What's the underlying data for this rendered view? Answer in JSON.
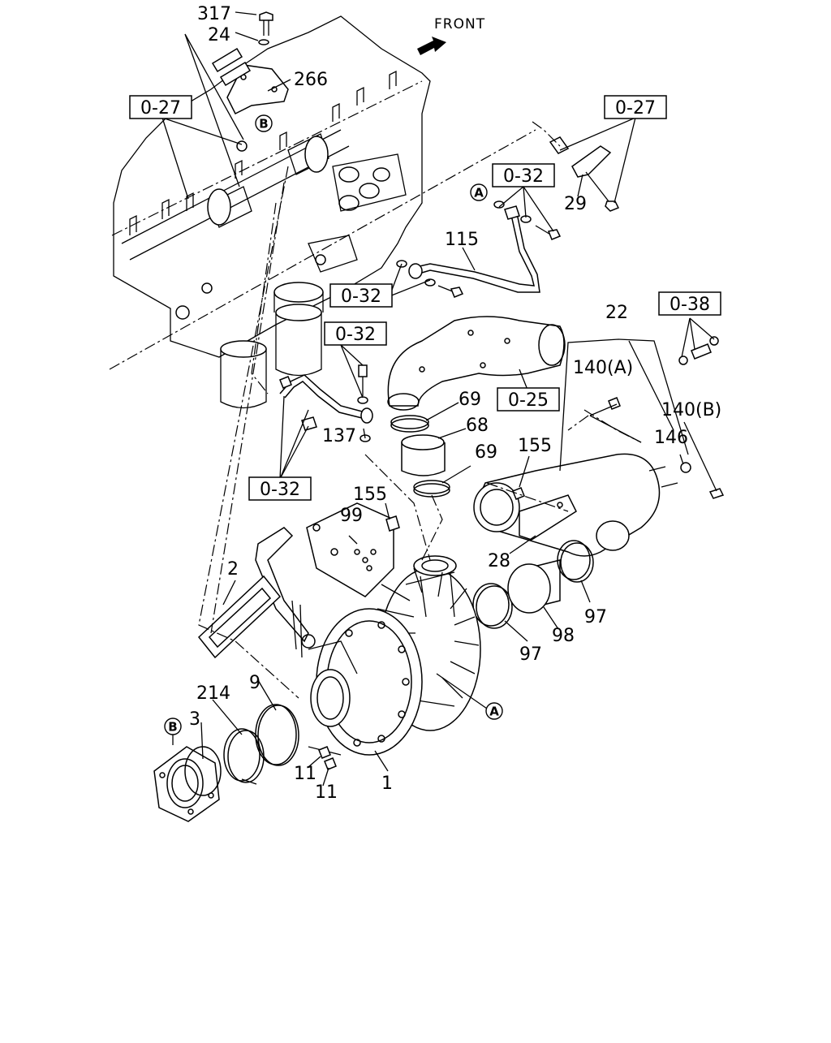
{
  "diagram": {
    "front_label": "FRONT",
    "part_labels": [
      {
        "key": "p317",
        "text": "317"
      },
      {
        "key": "p24",
        "text": "24"
      },
      {
        "key": "p266",
        "text": "266"
      },
      {
        "key": "p29",
        "text": "29"
      },
      {
        "key": "p115",
        "text": "115"
      },
      {
        "key": "p22",
        "text": "22"
      },
      {
        "key": "p140a",
        "text": "140(A)"
      },
      {
        "key": "p140b",
        "text": "140(B)"
      },
      {
        "key": "p146",
        "text": "146"
      },
      {
        "key": "p69a",
        "text": "69"
      },
      {
        "key": "p68",
        "text": "68"
      },
      {
        "key": "p69b",
        "text": "69"
      },
      {
        "key": "p137",
        "text": "137"
      },
      {
        "key": "p155a",
        "text": "155"
      },
      {
        "key": "p155b",
        "text": "155"
      },
      {
        "key": "p99",
        "text": "99"
      },
      {
        "key": "p28",
        "text": "28"
      },
      {
        "key": "p97a",
        "text": "97"
      },
      {
        "key": "p98",
        "text": "98"
      },
      {
        "key": "p97b",
        "text": "97"
      },
      {
        "key": "p2",
        "text": "2"
      },
      {
        "key": "p214",
        "text": "214"
      },
      {
        "key": "p9",
        "text": "9"
      },
      {
        "key": "p3",
        "text": "3"
      },
      {
        "key": "p11a",
        "text": "11"
      },
      {
        "key": "p11b",
        "text": "11"
      },
      {
        "key": "p1",
        "text": "1"
      }
    ],
    "ref_boxes": [
      {
        "key": "r027a",
        "text": "0-27"
      },
      {
        "key": "r027b",
        "text": "0-27"
      },
      {
        "key": "r032a",
        "text": "0-32"
      },
      {
        "key": "r032b",
        "text": "0-32"
      },
      {
        "key": "r032c",
        "text": "0-32"
      },
      {
        "key": "r032d",
        "text": "0-32"
      },
      {
        "key": "r038",
        "text": "0-38"
      },
      {
        "key": "r025",
        "text": "0-25"
      }
    ],
    "circle_refs": [
      {
        "key": "cB1",
        "text": "B"
      },
      {
        "key": "cA1",
        "text": "A"
      },
      {
        "key": "cA2",
        "text": "A"
      },
      {
        "key": "cB2",
        "text": "B"
      }
    ]
  }
}
